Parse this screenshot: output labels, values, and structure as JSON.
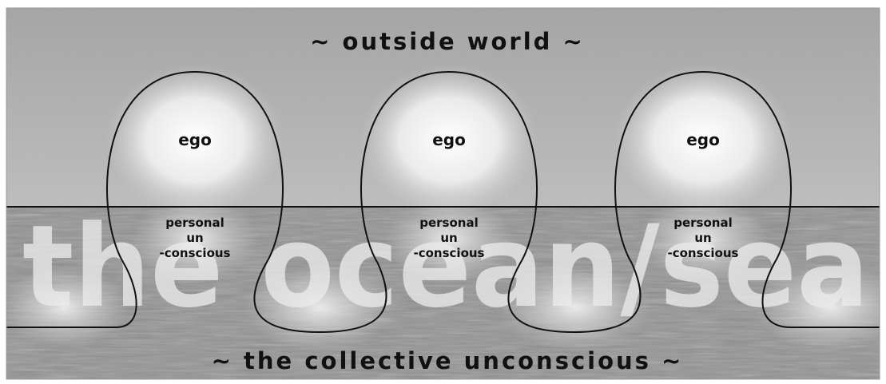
{
  "diagram": {
    "top_label": "~ outside world ~",
    "bottom_label": "~ the collective unconscious ~",
    "watermark": "the ocean/sea",
    "figures": [
      {
        "top_label": "ego",
        "lower_lines": [
          "personal",
          "un",
          "-conscious"
        ]
      },
      {
        "top_label": "ego",
        "lower_lines": [
          "personal",
          "un",
          "-conscious"
        ]
      },
      {
        "top_label": "ego",
        "lower_lines": [
          "personal",
          "un",
          "-conscious"
        ]
      }
    ]
  },
  "colors": {
    "sky_top": "#a8a8a8",
    "sky_bottom": "#b8b8b8",
    "sea": "#9a9a9a",
    "outline": "#111111",
    "glow": "#ffffff",
    "watermark": "#e6e6e6"
  }
}
